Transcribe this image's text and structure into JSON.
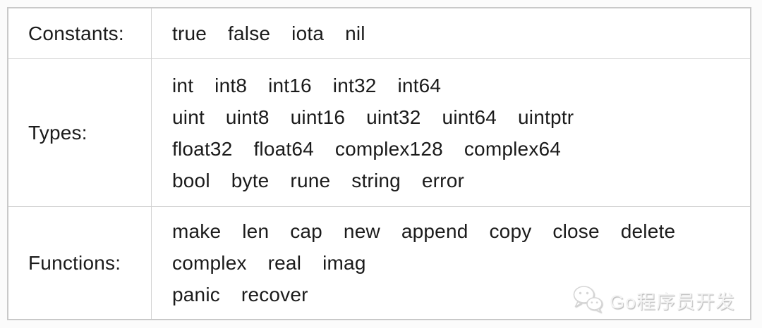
{
  "table": {
    "rows": [
      {
        "label": "Constants:",
        "lines": [
          "true false iota nil"
        ]
      },
      {
        "label": "Types:",
        "lines": [
          "int int8 int16 int32 int64",
          "uint uint8 uint16 uint32 uint64 uintptr",
          "float32 float64 complex128 complex64",
          "bool byte rune string error"
        ]
      },
      {
        "label": "Functions:",
        "lines": [
          "make len cap new append copy close delete",
          "complex real imag",
          "panic recover"
        ]
      }
    ]
  },
  "watermark": {
    "text": "Go程序员开发",
    "icon": "wechat-icon"
  },
  "colors": {
    "text": "#1b1b1b",
    "table_border": "#c9c9c9",
    "inner_border": "#d2d2d2",
    "watermark": "#f4f4f4"
  }
}
